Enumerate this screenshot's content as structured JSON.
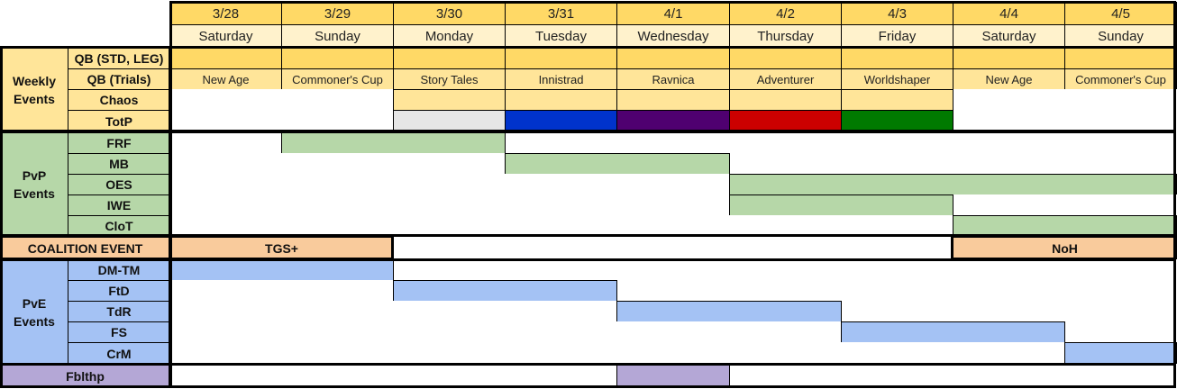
{
  "colors": {
    "gold": "#ffd966",
    "lightgold": "#ffe599",
    "daylabel": "#fff2cc",
    "green": "#b6d7a8",
    "orange": "#f9cb9c",
    "blue": "#a4c2f4",
    "purple": "#b4a7d6",
    "gray": "#e6e6e6",
    "totp_blue": "#0033cc",
    "totp_purple": "#4f0070",
    "totp_red": "#cc0000",
    "totp_green": "#007a00"
  },
  "days": [
    {
      "date": "3/28",
      "weekday": "Saturday"
    },
    {
      "date": "3/29",
      "weekday": "Sunday"
    },
    {
      "date": "3/30",
      "weekday": "Monday"
    },
    {
      "date": "3/31",
      "weekday": "Tuesday"
    },
    {
      "date": "4/1",
      "weekday": "Wednesday"
    },
    {
      "date": "4/2",
      "weekday": "Thursday"
    },
    {
      "date": "4/3",
      "weekday": "Friday"
    },
    {
      "date": "4/4",
      "weekday": "Saturday"
    },
    {
      "date": "4/5",
      "weekday": "Sunday"
    }
  ],
  "groups": [
    {
      "label": "Weekly Events",
      "color": "lightgold"
    },
    {
      "label": "PvP Events",
      "color": "green"
    },
    {
      "label": "PvE Events",
      "color": "blue"
    }
  ],
  "rows": [
    {
      "label": "QB (STD, LEG)",
      "group": 0,
      "cells": [
        {
          "start": 0,
          "span": 1,
          "color": "gold",
          "text": ""
        },
        {
          "start": 1,
          "span": 1,
          "color": "gold",
          "text": ""
        },
        {
          "start": 2,
          "span": 1,
          "color": "gold",
          "text": ""
        },
        {
          "start": 3,
          "span": 1,
          "color": "gold",
          "text": ""
        },
        {
          "start": 4,
          "span": 1,
          "color": "gold",
          "text": ""
        },
        {
          "start": 5,
          "span": 1,
          "color": "gold",
          "text": ""
        },
        {
          "start": 6,
          "span": 1,
          "color": "gold",
          "text": ""
        },
        {
          "start": 7,
          "span": 1,
          "color": "gold",
          "text": ""
        },
        {
          "start": 8,
          "span": 1,
          "color": "gold",
          "text": ""
        }
      ]
    },
    {
      "label": "QB (Trials)",
      "group": 0,
      "cells": [
        {
          "start": 0,
          "span": 1,
          "color": "lightgold",
          "text": "New Age"
        },
        {
          "start": 1,
          "span": 1,
          "color": "lightgold",
          "text": "Commoner's Cup"
        },
        {
          "start": 2,
          "span": 1,
          "color": "lightgold",
          "text": "Story Tales"
        },
        {
          "start": 3,
          "span": 1,
          "color": "lightgold",
          "text": "Innistrad"
        },
        {
          "start": 4,
          "span": 1,
          "color": "lightgold",
          "text": "Ravnica"
        },
        {
          "start": 5,
          "span": 1,
          "color": "lightgold",
          "text": "Adventurer"
        },
        {
          "start": 6,
          "span": 1,
          "color": "lightgold",
          "text": "Worldshaper"
        },
        {
          "start": 7,
          "span": 1,
          "color": "lightgold",
          "text": "New Age"
        },
        {
          "start": 8,
          "span": 1,
          "color": "lightgold",
          "text": "Commoner's Cup"
        }
      ]
    },
    {
      "label": "Chaos",
      "group": 0,
      "cells": [
        {
          "start": 2,
          "span": 1,
          "color": "lightgold",
          "text": ""
        },
        {
          "start": 3,
          "span": 1,
          "color": "lightgold",
          "text": ""
        },
        {
          "start": 4,
          "span": 1,
          "color": "lightgold",
          "text": ""
        },
        {
          "start": 5,
          "span": 1,
          "color": "lightgold",
          "text": ""
        },
        {
          "start": 6,
          "span": 1,
          "color": "lightgold",
          "text": ""
        }
      ]
    },
    {
      "label": "TotP",
      "group": 0,
      "cells": [
        {
          "start": 2,
          "span": 1,
          "color": "gray",
          "text": ""
        },
        {
          "start": 3,
          "span": 1,
          "color": "totp_blue",
          "text": ""
        },
        {
          "start": 4,
          "span": 1,
          "color": "totp_purple",
          "text": ""
        },
        {
          "start": 5,
          "span": 1,
          "color": "totp_red",
          "text": ""
        },
        {
          "start": 6,
          "span": 1,
          "color": "totp_green",
          "text": ""
        }
      ]
    },
    {
      "label": "FRF",
      "group": 1,
      "cells": [
        {
          "start": 1,
          "span": 2,
          "color": "green",
          "text": ""
        }
      ]
    },
    {
      "label": "MB",
      "group": 1,
      "cells": [
        {
          "start": 3,
          "span": 2,
          "color": "green",
          "text": ""
        }
      ]
    },
    {
      "label": "OES",
      "group": 1,
      "cells": [
        {
          "start": 5,
          "span": 4,
          "color": "green",
          "text": ""
        }
      ]
    },
    {
      "label": "IWE",
      "group": 1,
      "cells": [
        {
          "start": 5,
          "span": 2,
          "color": "green",
          "text": ""
        }
      ]
    },
    {
      "label": "CloT",
      "group": 1,
      "cells": [
        {
          "start": 7,
          "span": 2,
          "color": "green",
          "text": ""
        }
      ]
    },
    {
      "label": "COALITION EVENT",
      "group": -1,
      "color": "orange",
      "cells": [
        {
          "start": 0,
          "span": 2,
          "color": "orange",
          "text": "TGS+"
        },
        {
          "start": 7,
          "span": 2,
          "color": "orange",
          "text": "NoH"
        }
      ]
    },
    {
      "label": "DM-TM",
      "group": 2,
      "cells": [
        {
          "start": 0,
          "span": 2,
          "color": "blue",
          "text": ""
        }
      ]
    },
    {
      "label": "FtD",
      "group": 2,
      "cells": [
        {
          "start": 2,
          "span": 2,
          "color": "blue",
          "text": ""
        }
      ]
    },
    {
      "label": "TdR",
      "group": 2,
      "cells": [
        {
          "start": 4,
          "span": 2,
          "color": "blue",
          "text": ""
        }
      ]
    },
    {
      "label": "FS",
      "group": 2,
      "cells": [
        {
          "start": 6,
          "span": 2,
          "color": "blue",
          "text": ""
        }
      ]
    },
    {
      "label": "CrM",
      "group": 2,
      "cells": [
        {
          "start": 8,
          "span": 1,
          "color": "blue",
          "text": ""
        }
      ]
    },
    {
      "label": "Fblthp",
      "group": -1,
      "color": "purple",
      "cells": [
        {
          "start": 4,
          "span": 1,
          "color": "purple",
          "text": ""
        }
      ]
    }
  ]
}
